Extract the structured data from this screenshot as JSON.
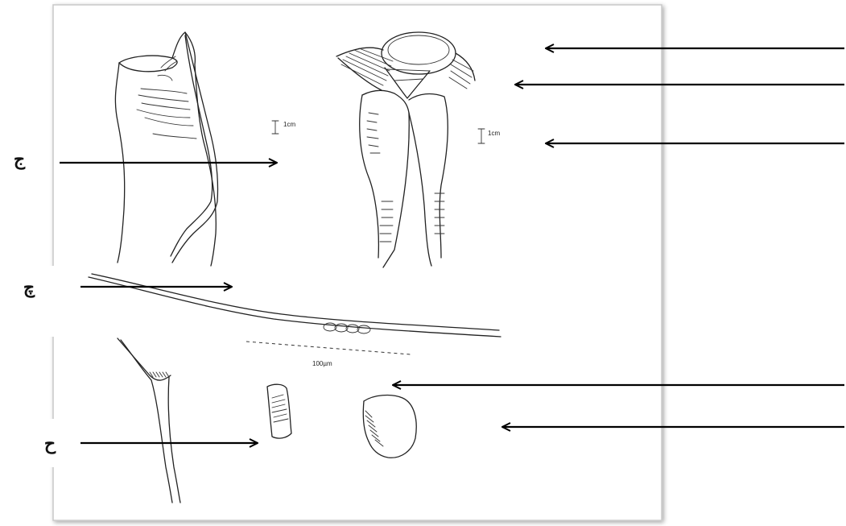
{
  "labels": {
    "left_top": "ج",
    "left_middle": "چ",
    "left_bottom": "ح"
  },
  "scale_bars": {
    "left_drawing": "1cm",
    "right_drawing": "1cm",
    "seta": "100µm"
  },
  "colors": {
    "ink": "#222222",
    "arrow": "#000000",
    "frame": "#bdbdbd"
  }
}
